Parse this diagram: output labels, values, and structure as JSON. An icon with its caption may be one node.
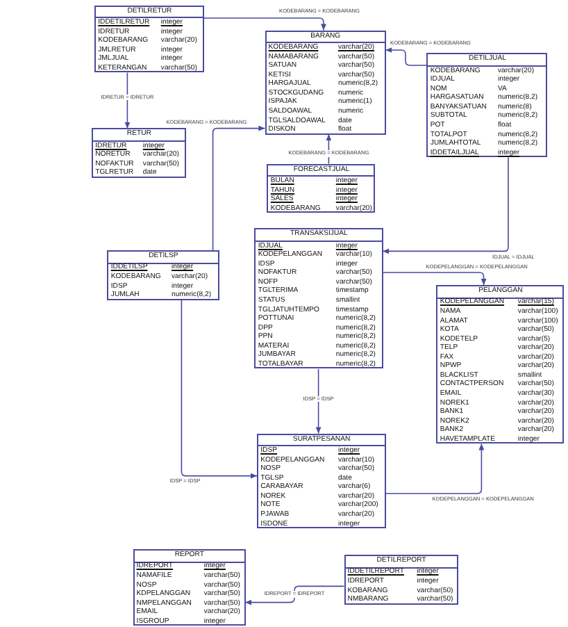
{
  "diagram": {
    "nodes": [
      {
        "text": [
          "DETILRETUR",
          "IDDETILRETUR",
          "integer",
          "IDRETUR",
          "integer",
          "KODEBARANG",
          "varchar(20)",
          "JMLRETUR",
          "integer",
          "JMLJUAL",
          "integer",
          "KETERANGAN",
          "varchar(50)"
        ]
      },
      {
        "text": [
          "BARANG",
          "KODEBARANG",
          "varchar(20)",
          "NAMABARANG",
          "varchar(50)",
          "SATUAN",
          "varchar(50)",
          "KETISI",
          "varchar(50)",
          "HARGAJUAL",
          "numeric(8,2)",
          "STOCKGUDANG",
          "numeric",
          "ISPAJAK",
          "numeric(1)",
          "SALDOAWAL",
          "numeric",
          "TGLSALDOAWAL",
          "date",
          "DISKON",
          "float"
        ]
      },
      {
        "text": [
          "DETILJUAL",
          "KODEBARANG",
          "varchar(20)",
          "IDJUAL",
          "integer",
          "NOM",
          "VA",
          "HARGASATUAN",
          "numeric(8,2)",
          "BANYAKSATUAN",
          "numeric(8)",
          "SUBTOTAL",
          "numeric(8,2)",
          "POT",
          "float",
          "TOTALPOT",
          "numeric(8,2)",
          "JUMLAHTOTAL",
          "numeric(8,2)",
          "IDDETAILJUAL",
          "integer"
        ]
      },
      {
        "text": [
          "RETUR",
          "IDRETUR",
          "integer",
          "NORETUR",
          "varchar(20)",
          "NOFAKTUR",
          "varchar(50)",
          "TGLRETUR",
          "date"
        ]
      },
      {
        "text": [
          "FORECASTJUAL",
          "BULAN",
          "integer",
          "TAHUN",
          "integer",
          "SALES",
          "integer",
          "KODEBARANG",
          "varchar(20)"
        ]
      },
      {
        "text": [
          "TRANSAKSIJUAL",
          "IDJUAL",
          "integer",
          "KODEPELANGGAN",
          "varchar(10)",
          "IDSP",
          "integer",
          "NOFAKTUR",
          "varchar(50)",
          "NOFP",
          "varchar(50)",
          "TGLTERIMA",
          "timestamp",
          "STATUS",
          "smallint",
          "TGLJATUHTEMPO",
          "timestamp",
          "POTTUNAI",
          "numeric(8,2)",
          "DPP",
          "numeric(8,2)",
          "PPN",
          "numeric(8,2)",
          "MATERAI",
          "numeric(8,2)",
          "JUMBAYAR",
          "numeric(8,2)",
          "TOTALBAYAR",
          "numeric(8,2)"
        ]
      },
      {
        "text": [
          "DETILSP",
          "IDDETILSP",
          "integer",
          "KODEBARANG",
          "varchar(20)",
          "IDSP",
          "integer",
          "JUMLAH",
          "numeric(8,2)"
        ]
      },
      {
        "text": [
          "PELANGGAN",
          "KODEPELANGGAN",
          "varchar(15)",
          "NAMA",
          "varchar(100)",
          "ALAMAT",
          "varchar(100)",
          "KOTA",
          "varchar(50)",
          "KODETELP",
          "varchar(5)",
          "TELP",
          "varchar(20)",
          "FAX",
          "varchar(20)",
          "NPWP",
          "varchar(20)",
          "BLACKLIST",
          "smallint",
          "CONTACTPERSON",
          "varchar(50)",
          "EMAIL",
          "varchar(30)",
          "NOREK1",
          "varchar(20)",
          "BANK1",
          "varchar(20)",
          "NOREK2",
          "varchar(20)",
          "BANK2",
          "varchar(20)",
          "HAVETAMPLATE",
          "integer"
        ]
      },
      {
        "text": [
          "SURATPESANAN",
          "IDSP",
          "integer",
          "KODEPELANGGAN",
          "varchar(10)",
          "NOSP",
          "varchar(50)",
          "TGLSP",
          "date",
          "CARABAYAR",
          "varchar(6)",
          "NOREK",
          "varchar(20)",
          "NOTE",
          "varchar(200)",
          "PJAWAB",
          "varchar(20)",
          "ISDONE",
          "integer"
        ]
      },
      {
        "text": [
          "REPORT",
          "IDREPORT",
          "integer",
          "NAMAFILE",
          "varchar(50)",
          "NOSP",
          "varchar(50)",
          "KDPELANGGAN",
          "varchar(50)",
          "NMPELANGGAN",
          "varchar(50)",
          "EMAIL",
          "varchar(20)",
          "ISGROUP",
          "integer"
        ]
      },
      {
        "text": [
          "DETILREPORT",
          "IDDETILREPORT",
          "integer",
          "IDREPORT",
          "integer",
          "KOBARANG",
          "varchar(50)",
          "NMBARANG",
          "varchar(50)"
        ]
      }
    ],
    "edges": [
      {
        "from": 0,
        "to": 1,
        "arrow": "to",
        "label": "KODEBARANG = KODEBARANG"
      },
      {
        "from": 2,
        "to": 1,
        "arrow": "to",
        "label": "KODEBARANG = KODEBARANG"
      },
      {
        "from": 0,
        "to": 3,
        "arrow": "to",
        "label": "IDRETUR = IDRETUR"
      },
      {
        "from": 6,
        "to": 1,
        "arrow": "to",
        "label": "KODEBARANG = KODEBARANG"
      },
      {
        "from": 4,
        "to": 1,
        "arrow": "to",
        "label": "KODEBARANG = KODEBARANG"
      },
      {
        "from": 2,
        "to": 5,
        "arrow": "to",
        "label": "IDJUAL = IDJUAL"
      },
      {
        "from": 5,
        "to": 7,
        "arrow": "to",
        "label": "KODEPELANGGAN = KODEPELANGGAN"
      },
      {
        "from": 5,
        "to": 8,
        "arrow": "to",
        "label": "IDSP = IDSP"
      },
      {
        "from": 6,
        "to": 8,
        "arrow": "to",
        "label": "IDSP = IDSP"
      },
      {
        "from": 8,
        "to": 7,
        "arrow": "to",
        "label": "KODEPELANGGAN = KODEPELANGGAN"
      },
      {
        "from": 10,
        "to": 9,
        "arrow": "to",
        "label": "IDREPORT = IDREPORT"
      }
    ]
  }
}
